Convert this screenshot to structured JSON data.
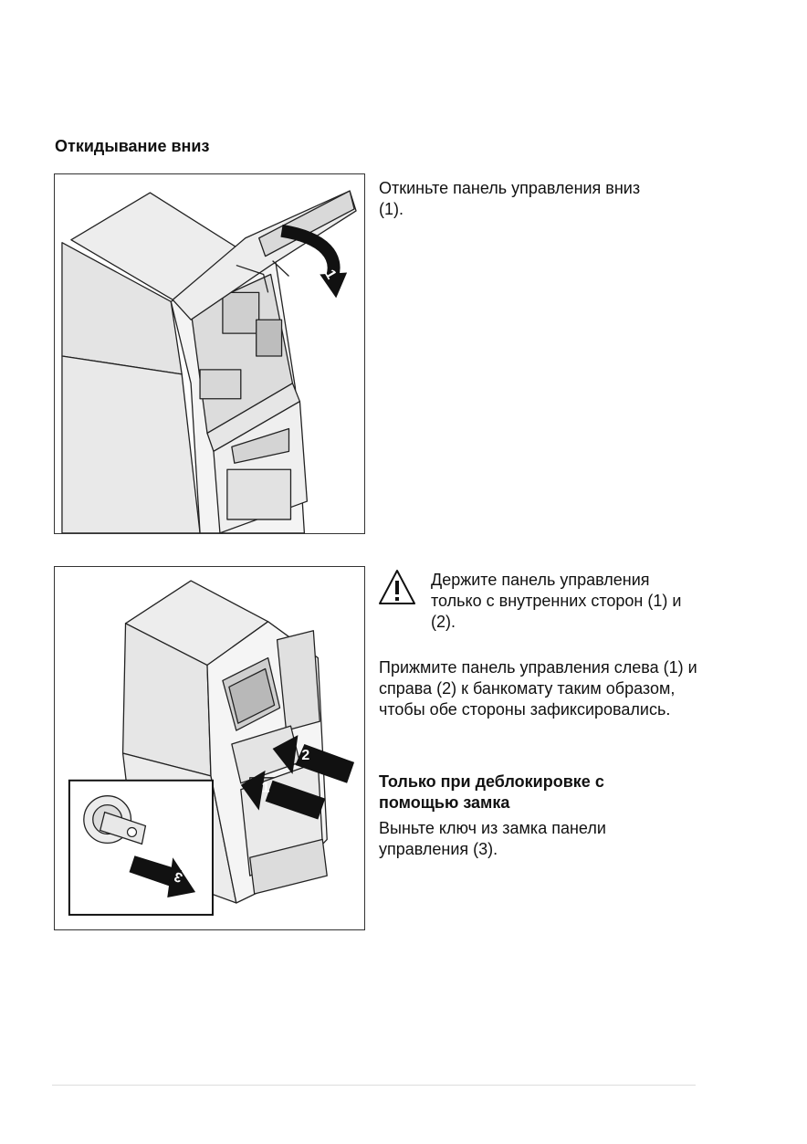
{
  "section_title": "Откидывание вниз",
  "step1": {
    "text": "Откиньте панель управления вниз (1).",
    "callout": "1"
  },
  "step2": {
    "warning": "Держите панель управления только с внутренних сторон (1) и (2).",
    "instruction": "Прижмите панель управления слева (1) и справа (2) к банкомату таким образом, чтобы обе стороны зафиксировались.",
    "subheading": "Только при деблокировке с помощью замка",
    "key_instruction": "Выньте ключ из замка панели управления (3).",
    "callouts": [
      "1",
      "2",
      "3"
    ]
  },
  "icons": {
    "warning": "warning-triangle-icon"
  }
}
